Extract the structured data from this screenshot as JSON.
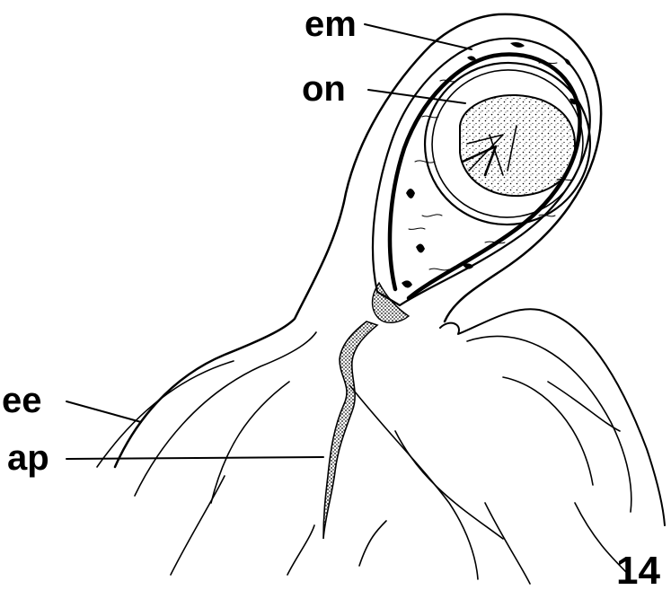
{
  "figure": {
    "number": "14",
    "labels": {
      "em": "em",
      "on": "on",
      "ee": "ee",
      "ap": "ap"
    },
    "ink_color": "#000000",
    "background": "#ffffff"
  }
}
